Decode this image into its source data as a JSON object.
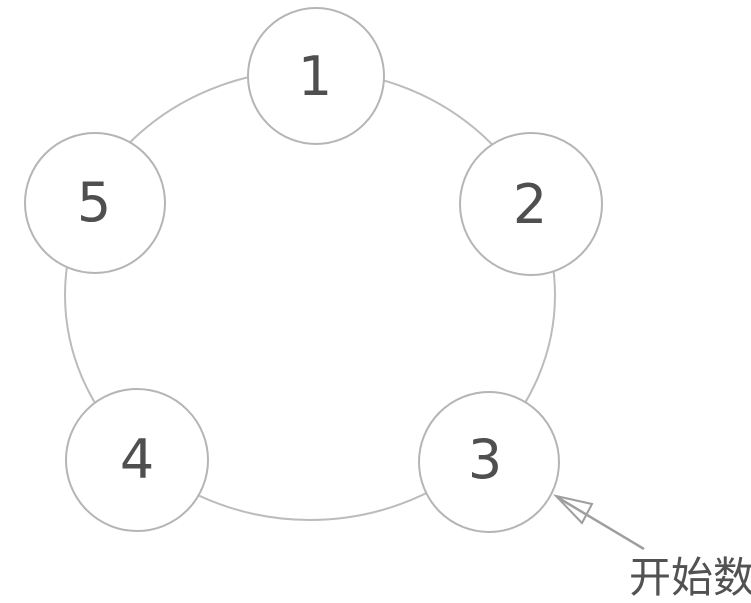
{
  "page": {
    "background_color": "#ffffff"
  },
  "diagram": {
    "ring": {
      "stroke_color": "#bcbcbc"
    },
    "node_style": {
      "fill_color": "#ffffff",
      "border_color": "#b5b5b5",
      "label_color": "#4f4f4f"
    },
    "nodes": [
      {
        "label": "1"
      },
      {
        "label": "2"
      },
      {
        "label": "3"
      },
      {
        "label": "4"
      },
      {
        "label": "5"
      }
    ],
    "annotation": {
      "label": "开始数",
      "points_to_node": "3",
      "arrow_color": "#9e9e9e",
      "label_color": "#525252"
    }
  }
}
